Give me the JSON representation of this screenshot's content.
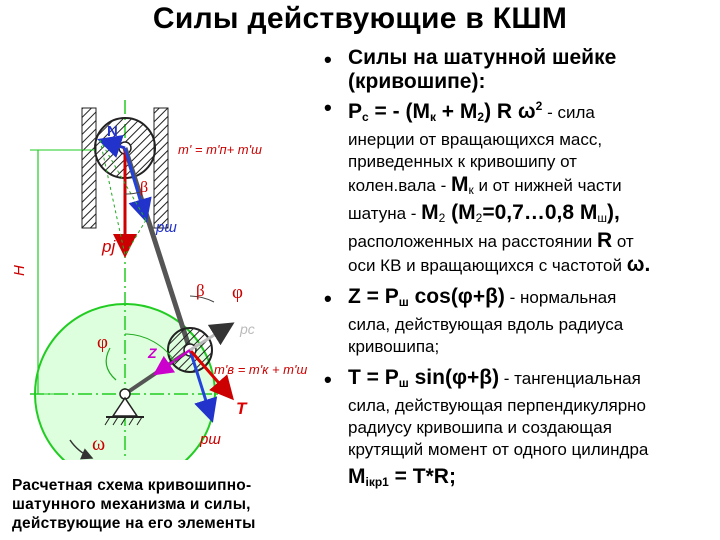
{
  "title": "Силы действующие в КШМ",
  "diagram": {
    "labels": {
      "mass_formula": "m' = m'п+ m'ш",
      "n": "N",
      "beta_top": "β",
      "p_w_top": "pш",
      "p_j": "pj",
      "h": "H",
      "beta_mid": "β",
      "phi_mid": "φ",
      "p_c": "pc",
      "phi_left": "φ",
      "z": "Z",
      "mass_formula_b": "m'в = m'к + m'ш",
      "t": "T",
      "omega": "ω",
      "p_w_bottom": "pш"
    },
    "colors": {
      "flywheel": "#22cc22",
      "piston_hatch": "#222222",
      "force_p": "#cc0000",
      "force_n": "#2233cc",
      "force_pw": "#2244dd",
      "force_t": "#dd0000",
      "force_z": "#cc00cc",
      "guide_lines": "#22cc22"
    }
  },
  "caption": [
    "Расчетная схема кривошипно-",
    "шатунного механизма и силы,",
    "действующие на его элементы"
  ],
  "bullets": {
    "b1": {
      "l1": "Силы на шатунной шейке",
      "l2": "(кривошипе):"
    },
    "b2": {
      "lead_a": "Р",
      "lead_a_sub": "с",
      "lead_b": " = - (М",
      "lead_b_sub": "к",
      "lead_c": " + М",
      "lead_c_sub": "2",
      "lead_d": ") R ω",
      "lead_d_sup": "2",
      "lead_e": " - сила",
      "l2": "инерции от вращающихся масс,",
      "l3": "приведенных к кривошипу от",
      "l4a": "колен.вала - ",
      "l4b": "М",
      "l4b_sub": "к",
      "l4c": " и от нижней части",
      "l5a": "шатуна - ",
      "l5b": "М",
      "l5b_sub": "2",
      "l5c": " (М",
      "l5c_sub": "2",
      "l5d": "=0,7…0,8 М",
      "l5d_sub": "ш",
      "l5e": "),",
      "l6a": "расположенных на расстоянии ",
      "l6b": "R",
      "l6c": " от",
      "l7a": "оси КВ и вращающихся с частотой ",
      "l7b": "ω."
    },
    "b3": {
      "lead": "Z = Р",
      "lead_sub": "ш",
      "lead_b": " cos(φ+β)",
      "lead_c": "  - нормальная",
      "l2": "сила, действующая вдоль радиуса",
      "l3": "кривошипа;"
    },
    "b4": {
      "lead": "Т = Р",
      "lead_sub": "ш",
      "lead_b": " sin(φ+β)",
      "lead_c": "  - тангенциальная",
      "l2": "сила, действующая перпендикулярно",
      "l3": "радиусу кривошипа и создающая",
      "l4": "крутящий момент от одного цилиндра",
      "l5a": "М",
      "l5a_sub": "iкр1",
      "l5b": " = T*R;"
    }
  }
}
